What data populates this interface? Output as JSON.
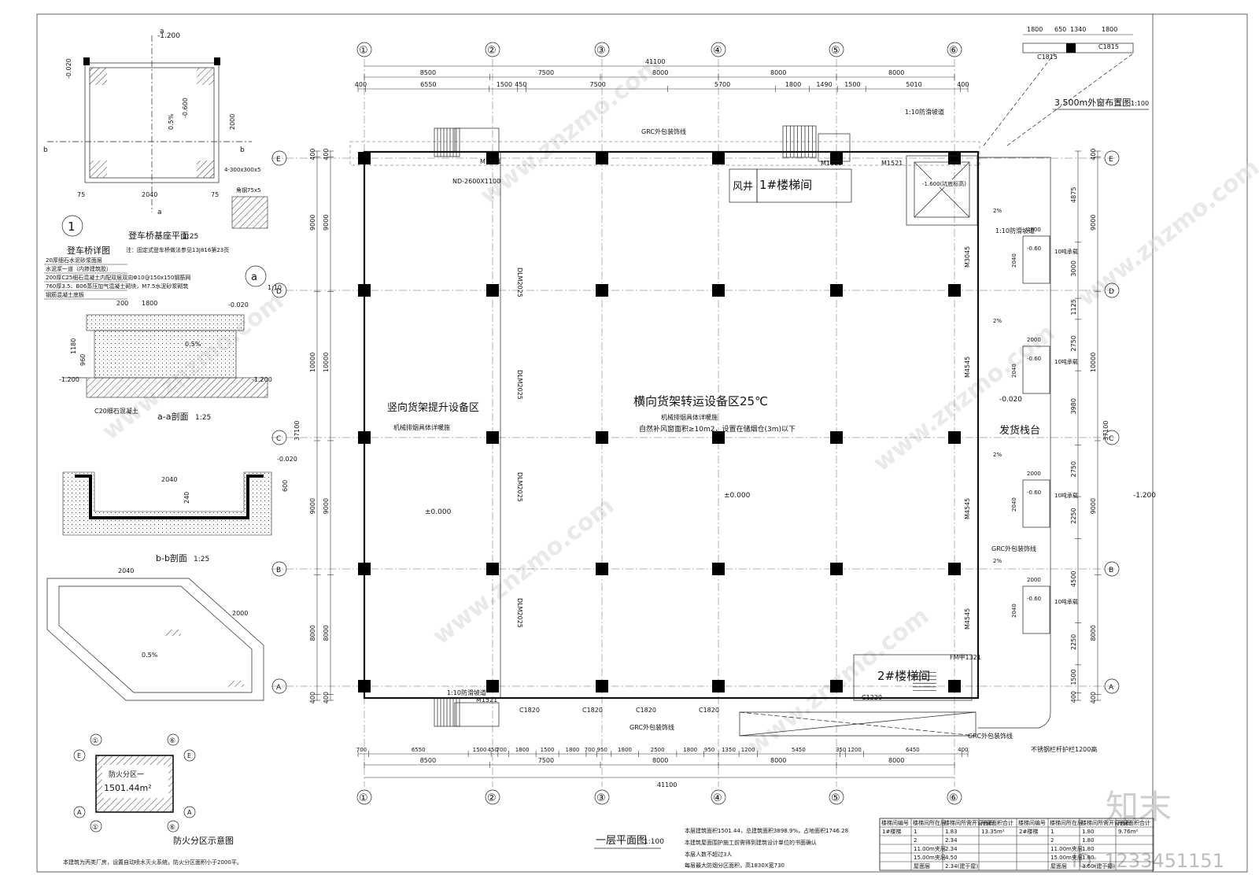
{
  "title_main": "一层平面图",
  "title_main_scale": "1:100",
  "grid_x": [
    "①",
    "②",
    "③",
    "④",
    "⑤",
    "⑥"
  ],
  "grid_y": [
    "E",
    "D",
    "C",
    "B",
    "A"
  ],
  "total_width": "41100",
  "total_depth": "37100",
  "top_dims_1": [
    "8500",
    "7500",
    "8000",
    "8000",
    "8000"
  ],
  "top_dims_2": [
    "400",
    "6550",
    "1500",
    "450",
    "7500",
    "5700",
    "1800",
    "1490",
    "1500",
    "5010",
    "400"
  ],
  "bottom_dims_1": [
    "700",
    "6550",
    "1500",
    "450",
    "700",
    "1800",
    "1500",
    "1800",
    "700",
    "950",
    "1800",
    "2500",
    "1800",
    "950",
    "1350",
    "1200",
    "5450",
    "350",
    "1200",
    "6450",
    "400"
  ],
  "side_dims_left": [
    "400",
    "9000",
    "10000",
    "9000",
    "8000",
    "400"
  ],
  "side_dims_right": [
    "4875",
    "3000",
    "1125",
    "2750",
    "3980",
    "2750",
    "2250",
    "4500",
    "2250",
    "1500",
    "400"
  ],
  "rooms": {
    "vertical_area": "竖向货架提升设备区",
    "vertical_note": "机械排烟具体详暖施",
    "horizontal_area": "横向货架转运设备区25℃",
    "horizontal_note1": "机械排烟具体详暖施",
    "horizontal_note2": "自然补风窗面积≥10m2，设置在储烟仓(3m)以下",
    "dock": "发货栈台",
    "stair1": "1#楼梯间",
    "stair2": "2#楼梯间",
    "shaft": "风井",
    "elev_level": "-1.600(坑底标高)"
  },
  "levels": {
    "floor": "±0.000",
    "floor2": "±0.000",
    "dock": "-0.020",
    "outside": "-1.200",
    "pit": "-0.60"
  },
  "labels": {
    "m1521": "M1521",
    "fm": "FM甲1321",
    "c1820": "C1820",
    "c1220": "C1220",
    "dlm": "DLM2025",
    "grc": "GRC外包装饰线",
    "slope": "1:10防滑坡道",
    "nd": "ND-2600X1100",
    "m3045": "M3045",
    "m4545": "M4545",
    "dock_lift": "10吨承载",
    "pct2": "2%",
    "railing": "不锈钢栏杆护栏1200高"
  },
  "dock_pits": [
    "2000",
    "2040"
  ],
  "window_plan": {
    "title": "3.500m外窗布置图",
    "scale": "1:100",
    "dims": [
      "1800",
      "650",
      "1340",
      "1800"
    ],
    "c1815": "C1815"
  },
  "detail_1": {
    "circle": "1",
    "title": "登车桥详图",
    "plan_title": "登车桥基座平面",
    "plan_scale": "1:25",
    "plan_note": "注：固定式登车桥做法参见13J816第23页",
    "aa_title": "a-a剖面",
    "aa_scale": "1:25",
    "bb_title": "b-b剖面",
    "bb_scale": "1:25",
    "plan_w": "2040",
    "plan_h": "2000",
    "edge": "75",
    "lvl": "-1.200",
    "lvl2": "-0.600",
    "lvl3": "-0.020",
    "slope": "0.5%",
    "a_mark": "a",
    "b_mark": "b",
    "aa_w": "1800",
    "aa_h1": "200",
    "aa_h2": "1180",
    "aa_h3": "960",
    "aa_c20": "C20细石混凝土",
    "bb_w": "2040",
    "bb_h": "600",
    "bb_240": "240",
    "iso_w": "2040",
    "iso_d": "2000",
    "iso_slope": "0.5%",
    "angle": "角钢75x5",
    "embed": "4-300x300x5",
    "layers": [
      "20厚细石水泥砂浆面层",
      "水泥浆一道（内掺建筑胶）",
      "200厚C25细石混凝土内配双层双向Φ10@150x150钢筋网",
      "760厚3.5、B06蒸压加气混凝土砌块，M7.5水泥砂浆砌筑",
      "钢筋混凝土底板"
    ],
    "a_circle": "a",
    "a_scale": "1:10"
  },
  "fire_zone": {
    "title": "防火分区示意图",
    "zone": "防火分区一",
    "area": "1501.44m²",
    "note": "本建筑为丙类厂房，设置自动喷水灭火系统，防火分区面积小于2000平。"
  },
  "notes": {
    "n1": "本层建筑面积1501.44，总建筑面积3898.9%，占地面积1746.28",
    "n2": "本建筑屋面围护施工前需得到建筑设计单位的书面确认",
    "n3": "本层人数不超过3人",
    "n4": "每层最大防烟分区面积，高1830X宽730"
  },
  "stair_table": {
    "headers": [
      "楼梯间编号",
      "楼梯间所在层",
      "楼梯间所需开窗面积",
      "开窗面积合计",
      "楼梯间编号",
      "楼梯间所在层",
      "楼梯间所需开窗面积",
      "开窗面积合计"
    ],
    "rows": [
      [
        "1#楼梯",
        "1",
        "1.83",
        "13.35m²",
        "2#楼梯",
        "1",
        "1.80",
        "9.76m²"
      ],
      [
        "",
        "2",
        "2.34",
        "",
        "",
        "2",
        "1.80",
        ""
      ],
      [
        "",
        "11.00m夹层",
        "2.34",
        "",
        "",
        "11.00m夹层",
        "1.80",
        ""
      ],
      [
        "",
        "15.00m夹层",
        "4.50",
        "",
        "",
        "15.00m夹层",
        "1.80",
        ""
      ],
      [
        "",
        "屋面层",
        "2.34(建于屋)",
        "",
        "",
        "屋面层",
        "3.60(建于屋)",
        ""
      ]
    ]
  },
  "watermark": {
    "brand": "知末",
    "site": "www.znzmo.com",
    "id": "ID: 1233451151"
  }
}
